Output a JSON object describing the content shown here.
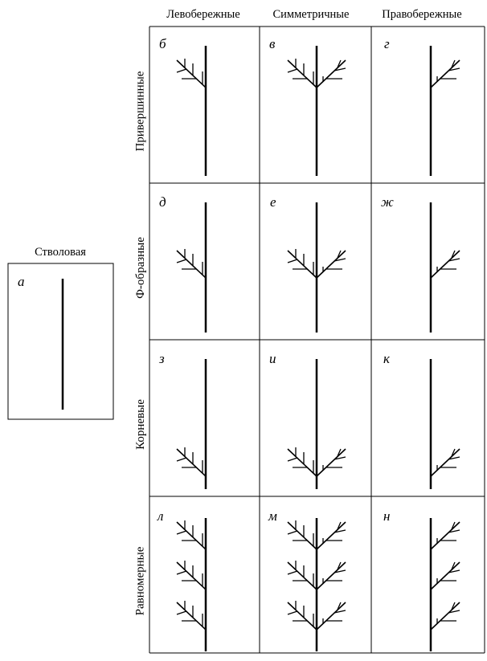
{
  "columns": [
    "Левобережные",
    "Симметричные",
    "Правобережные"
  ],
  "rows": [
    "Привершинные",
    "Ф-образные",
    "Корневые",
    "Равномерные"
  ],
  "trunk": {
    "title": "Стволовая",
    "letter": "а"
  },
  "letters": [
    [
      "б",
      "в",
      "г"
    ],
    [
      "д",
      "е",
      "ж"
    ],
    [
      "з",
      "и",
      "к"
    ],
    [
      "л",
      "м",
      "н"
    ]
  ],
  "diagram": {
    "tributary_sides": [
      "left",
      "both",
      "right"
    ],
    "tributary_positions": [
      "top",
      "middle",
      "bottom",
      "uniform"
    ],
    "line_color": "#000000"
  }
}
